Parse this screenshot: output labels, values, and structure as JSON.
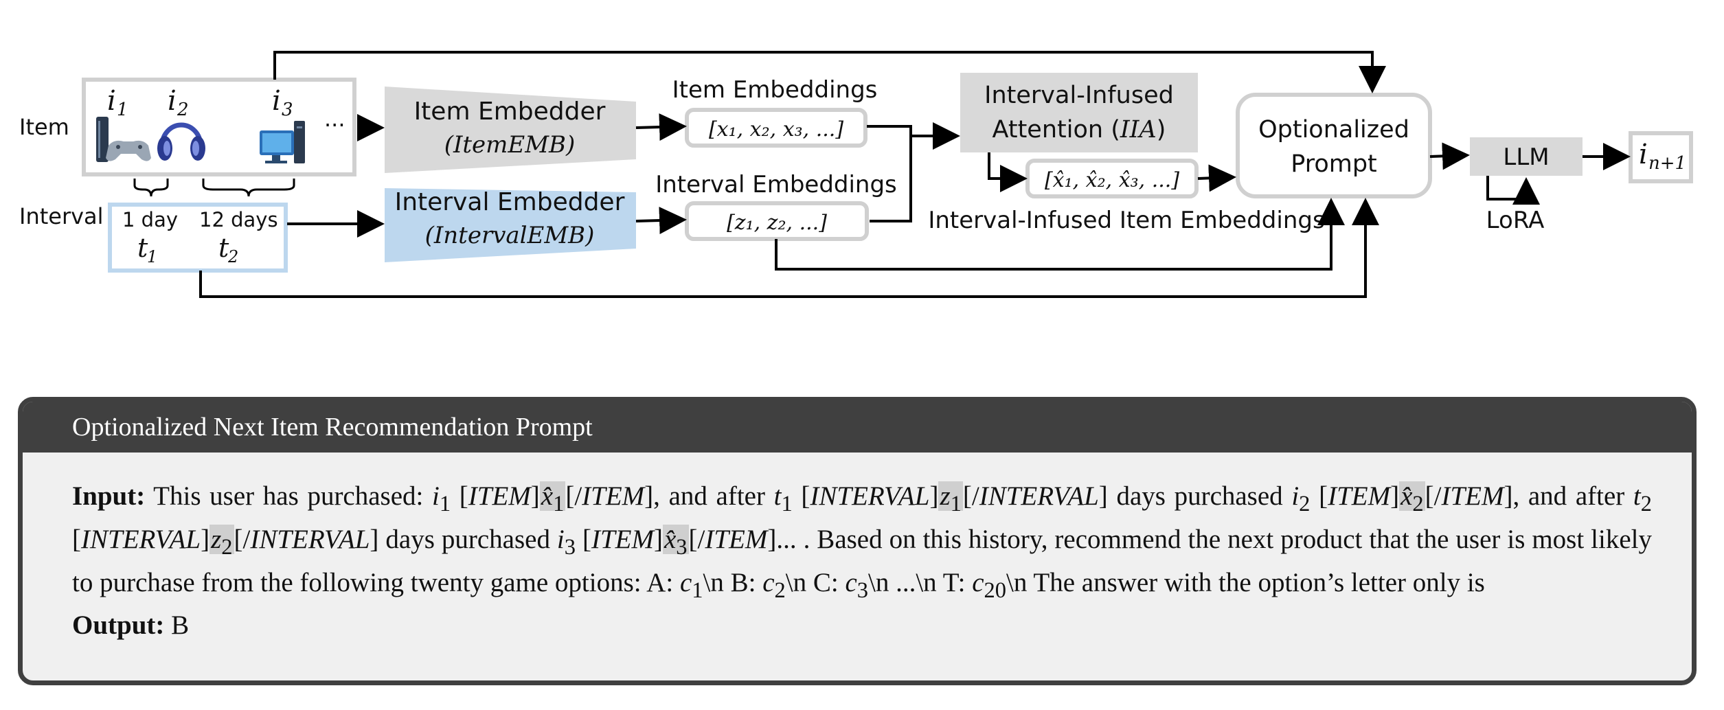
{
  "diagram": {
    "row_labels": {
      "item": "Item",
      "interval": "Interval"
    },
    "items": [
      "i",
      "i",
      "i"
    ],
    "item_subscripts": [
      "1",
      "2",
      "3"
    ],
    "item_icons": [
      "game-console-icon",
      "headphones-icon",
      "desktop-computer-icon"
    ],
    "item_ellipsis": "...",
    "intervals": [
      {
        "label": "1 day",
        "var": "t",
        "sub": "1"
      },
      {
        "label": "12 days",
        "var": "t",
        "sub": "2"
      }
    ],
    "item_embedder": {
      "title": "Item Embedder",
      "symbol": "(ItemEMB)"
    },
    "interval_embedder": {
      "title": "Interval Embedder",
      "symbol": "(IntervalEMB)"
    },
    "item_embeddings": {
      "label": "Item Embeddings",
      "value": "[x₁, x₂, x₃, ...]"
    },
    "interval_embeddings": {
      "label": "Interval Embeddings",
      "value": "[z₁, z₂, ...]"
    },
    "iia": {
      "line1": "Interval-Infused",
      "line2_prefix": "Attention (",
      "line2_symbol": "IIA",
      "line2_suffix": ")"
    },
    "infused_embeddings": {
      "value": "[x̂₁, x̂₂, x̂₃, ...]",
      "label": "Interval-Infused Item Embeddings"
    },
    "optionalized_prompt": {
      "line1": "Optionalized",
      "line2": "Prompt"
    },
    "llm": "LLM",
    "lora": "LoRA",
    "output": {
      "var": "i",
      "sub": "n+1"
    }
  },
  "prompt": {
    "header": "Optionalized Next Item Recommendation Prompt",
    "input_label": "Input:",
    "output_label": "Output:",
    "output_value": "B"
  },
  "colors": {
    "item_embedder_fill": "#d9d9d9",
    "interval_embedder_fill": "#bdd7ee",
    "interval_box_border": "#bdd7ee",
    "box_border": "#d0d0d0",
    "prompt_header": "#404040",
    "prompt_bg": "#f0f0f0",
    "highlight": "#cfcfcf"
  }
}
